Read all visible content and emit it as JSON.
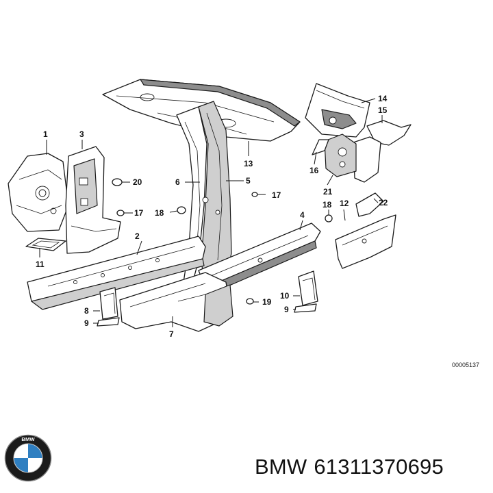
{
  "diagram": {
    "callouts": [
      "1",
      "2",
      "3",
      "4",
      "5",
      "6",
      "7",
      "8",
      "9",
      "10",
      "9",
      "11",
      "12",
      "13",
      "14",
      "15",
      "16",
      "17",
      "17",
      "18",
      "18",
      "19",
      "20",
      "21",
      "22"
    ],
    "reference_code": "00005137"
  },
  "footer": {
    "brand": "BMW",
    "part_number": "61311370695",
    "logo_letters": "BMW"
  },
  "colors": {
    "line": "#1a1a1a",
    "shade_dark": "#8d8d8d",
    "shade_mid": "#cfcfcf",
    "logo_blue": "#2f7fc1"
  }
}
